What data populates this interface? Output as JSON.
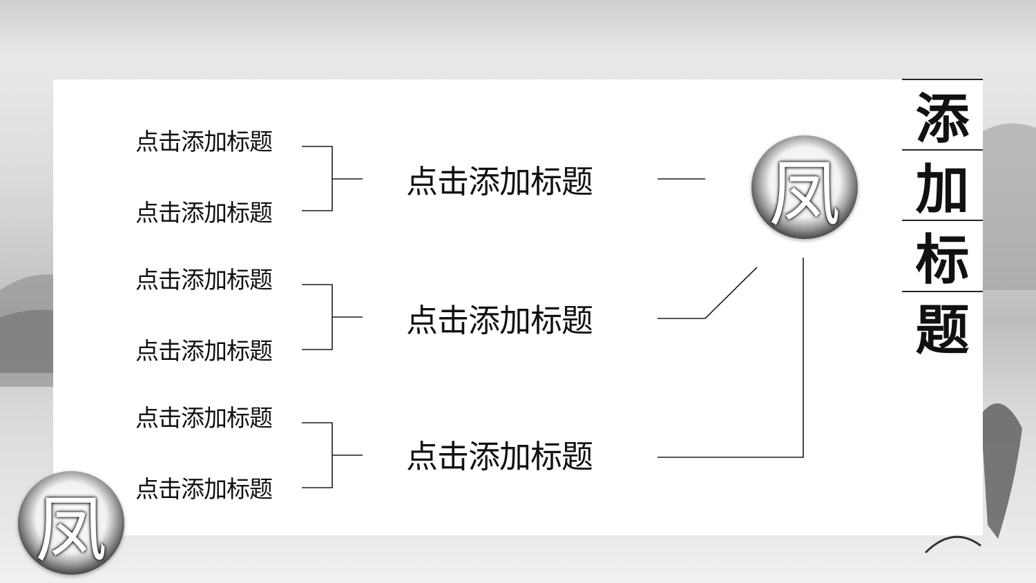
{
  "left_items": [
    "点击添加标题",
    "点击添加标题",
    "点击添加标题",
    "点击添加标题",
    "点击添加标题",
    "点击添加标题"
  ],
  "mid_items": [
    "点击添加标题",
    "点击添加标题",
    "点击添加标题"
  ],
  "vertical_title": [
    "添",
    "加",
    "标",
    "题"
  ],
  "badge_char": "凤",
  "colors": {
    "line": "#1a1a1a",
    "panel": "#ffffff",
    "text": "#111111"
  }
}
